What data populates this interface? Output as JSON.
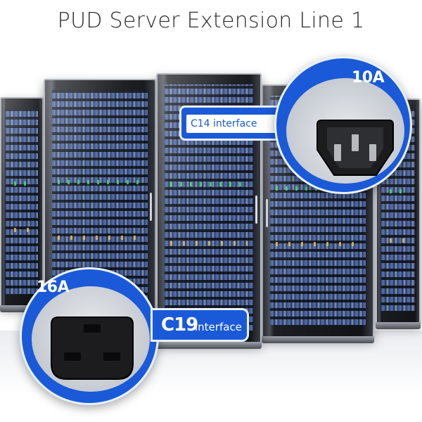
{
  "title": "PUD Server Extension Line 1",
  "callouts": {
    "top": {
      "amperage": "10A",
      "interface_label": "C14 interface"
    },
    "bottom": {
      "amperage": "16A",
      "interface_code": "C19",
      "interface_word": "interface"
    }
  },
  "colors": {
    "accent": "#1a5ad8",
    "title_text": "#2c2c2c",
    "connector": "#1c1c1e"
  }
}
